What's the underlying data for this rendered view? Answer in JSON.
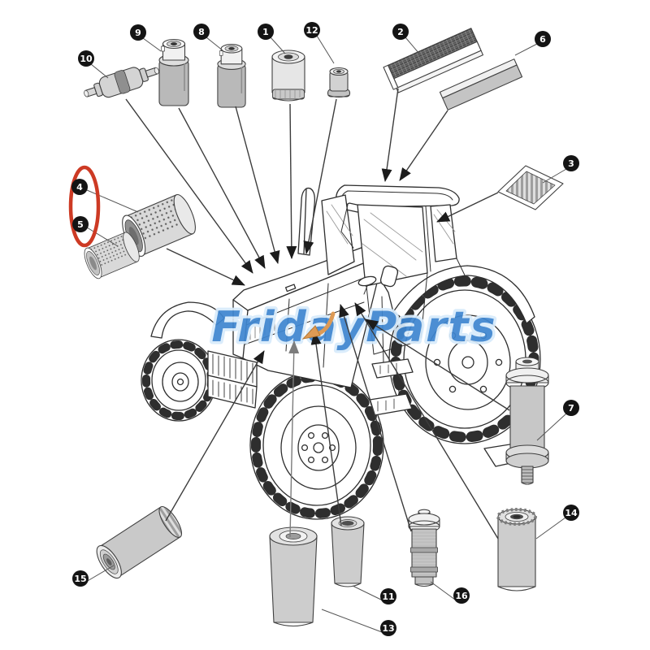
{
  "watermark": {
    "text": "FridayParts",
    "fill": "#3f86d0",
    "halo": "#d8ebfb"
  },
  "highlight_circle": {
    "color": "#cd3a24"
  },
  "orange_arrow": {
    "color": "#dd9a55"
  },
  "badge": {
    "background": "#141414",
    "text_color": "#ffffff"
  },
  "parts": [
    {
      "number": "1"
    },
    {
      "number": "2"
    },
    {
      "number": "3"
    },
    {
      "number": "4"
    },
    {
      "number": "5"
    },
    {
      "number": "6"
    },
    {
      "number": "7"
    },
    {
      "number": "8"
    },
    {
      "number": "9"
    },
    {
      "number": "10"
    },
    {
      "number": "11"
    },
    {
      "number": "12"
    },
    {
      "number": "13"
    },
    {
      "number": "14"
    },
    {
      "number": "15"
    },
    {
      "number": "16"
    }
  ]
}
